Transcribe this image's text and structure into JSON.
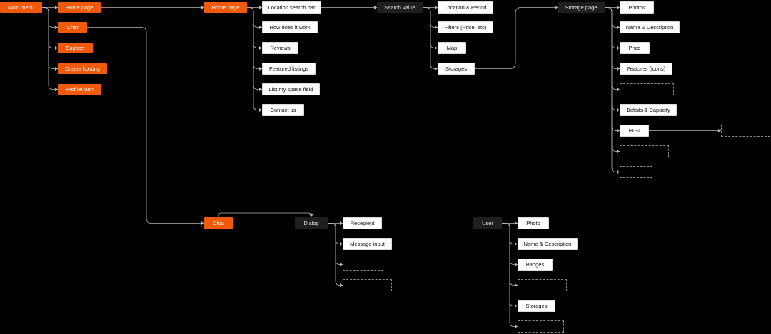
{
  "sitemap": {
    "nodes": [
      {
        "id": "main_menu",
        "label": "Main menu",
        "style": "orange"
      },
      {
        "id": "home_page_1",
        "label": "Home page",
        "style": "orange"
      },
      {
        "id": "chat_menu",
        "label": "Chat",
        "style": "orange"
      },
      {
        "id": "support",
        "label": "Support",
        "style": "orange"
      },
      {
        "id": "create_hosting",
        "label": "Create hosting",
        "style": "orange"
      },
      {
        "id": "profile_auth",
        "label": "Profile/Auth",
        "style": "orange"
      },
      {
        "id": "home_page_2",
        "label": "Home page",
        "style": "orange"
      },
      {
        "id": "location_search_bar",
        "label": "Location search bar",
        "style": "white"
      },
      {
        "id": "how_does_it_work",
        "label": "How does it work",
        "style": "white"
      },
      {
        "id": "reviews",
        "label": "Reviews",
        "style": "white"
      },
      {
        "id": "featured_listings",
        "label": "Featured listings",
        "style": "white"
      },
      {
        "id": "list_my_space_field",
        "label": "List my space field",
        "style": "white"
      },
      {
        "id": "contact_us",
        "label": "Contact us",
        "style": "white"
      },
      {
        "id": "search_value",
        "label": "Search value",
        "style": "dark"
      },
      {
        "id": "location_period",
        "label": "Location & Period",
        "style": "white"
      },
      {
        "id": "filters",
        "label": "Filters (Price, etc)",
        "style": "white"
      },
      {
        "id": "map",
        "label": "Map",
        "style": "white"
      },
      {
        "id": "storages_search",
        "label": "Storages",
        "style": "white"
      },
      {
        "id": "storage_page",
        "label": "Storage page",
        "style": "dark"
      },
      {
        "id": "sp_photos",
        "label": "Photos",
        "style": "white"
      },
      {
        "id": "sp_name_desc",
        "label": "Name & Description",
        "style": "white"
      },
      {
        "id": "sp_price",
        "label": "Price",
        "style": "white"
      },
      {
        "id": "sp_features",
        "label": "Features (icons)",
        "style": "white"
      },
      {
        "id": "sp_dashed_1",
        "label": "",
        "style": "dashed"
      },
      {
        "id": "sp_details_capacity",
        "label": "Details & Capacity",
        "style": "white"
      },
      {
        "id": "sp_host",
        "label": "Host",
        "style": "white"
      },
      {
        "id": "sp_dashed_2",
        "label": "",
        "style": "dashed"
      },
      {
        "id": "sp_dashed_3",
        "label": "",
        "style": "dashed"
      },
      {
        "id": "host_dashed",
        "label": "",
        "style": "dashed"
      },
      {
        "id": "chat_page",
        "label": "Chat",
        "style": "orange"
      },
      {
        "id": "dialog",
        "label": "Dialog",
        "style": "dark"
      },
      {
        "id": "recepient",
        "label": "Recepient",
        "style": "white"
      },
      {
        "id": "message_input",
        "label": "Message input",
        "style": "white"
      },
      {
        "id": "dlg_dashed_1",
        "label": "",
        "style": "dashed"
      },
      {
        "id": "dlg_dashed_2",
        "label": "",
        "style": "dashed"
      },
      {
        "id": "user",
        "label": "User",
        "style": "dark"
      },
      {
        "id": "user_photo",
        "label": "Photo",
        "style": "white"
      },
      {
        "id": "user_name_desc",
        "label": "Name & Description",
        "style": "white"
      },
      {
        "id": "user_badges",
        "label": "Badges",
        "style": "white"
      },
      {
        "id": "user_dashed_1",
        "label": "",
        "style": "dashed"
      },
      {
        "id": "user_storages",
        "label": "Storages",
        "style": "white"
      },
      {
        "id": "user_dashed_2",
        "label": "",
        "style": "dashed"
      }
    ],
    "edges": [
      [
        "main_menu",
        "home_page_1"
      ],
      [
        "main_menu",
        "chat_menu"
      ],
      [
        "main_menu",
        "support"
      ],
      [
        "main_menu",
        "create_hosting"
      ],
      [
        "main_menu",
        "profile_auth"
      ],
      [
        "home_page_1",
        "home_page_2"
      ],
      [
        "home_page_2",
        "location_search_bar"
      ],
      [
        "home_page_2",
        "how_does_it_work"
      ],
      [
        "home_page_2",
        "reviews"
      ],
      [
        "home_page_2",
        "featured_listings"
      ],
      [
        "home_page_2",
        "list_my_space_field"
      ],
      [
        "home_page_2",
        "contact_us"
      ],
      [
        "location_search_bar",
        "search_value"
      ],
      [
        "search_value",
        "location_period"
      ],
      [
        "search_value",
        "filters"
      ],
      [
        "search_value",
        "map"
      ],
      [
        "search_value",
        "storages_search"
      ],
      [
        "storages_search",
        "storage_page"
      ],
      [
        "storage_page",
        "sp_photos"
      ],
      [
        "storage_page",
        "sp_name_desc"
      ],
      [
        "storage_page",
        "sp_price"
      ],
      [
        "storage_page",
        "sp_features"
      ],
      [
        "storage_page",
        "sp_dashed_1"
      ],
      [
        "storage_page",
        "sp_details_capacity"
      ],
      [
        "storage_page",
        "sp_host"
      ],
      [
        "storage_page",
        "sp_dashed_2"
      ],
      [
        "storage_page",
        "sp_dashed_3"
      ],
      [
        "sp_host",
        "host_dashed"
      ],
      [
        "chat_menu",
        "chat_page"
      ],
      [
        "chat_page",
        "dialog"
      ],
      [
        "dialog",
        "recepient"
      ],
      [
        "dialog",
        "message_input"
      ],
      [
        "dialog",
        "dlg_dashed_1"
      ],
      [
        "dialog",
        "dlg_dashed_2"
      ],
      [
        "user",
        "user_photo"
      ],
      [
        "user",
        "user_name_desc"
      ],
      [
        "user",
        "user_badges"
      ],
      [
        "user",
        "user_dashed_1"
      ],
      [
        "user",
        "user_storages"
      ],
      [
        "user",
        "user_dashed_2"
      ]
    ]
  }
}
